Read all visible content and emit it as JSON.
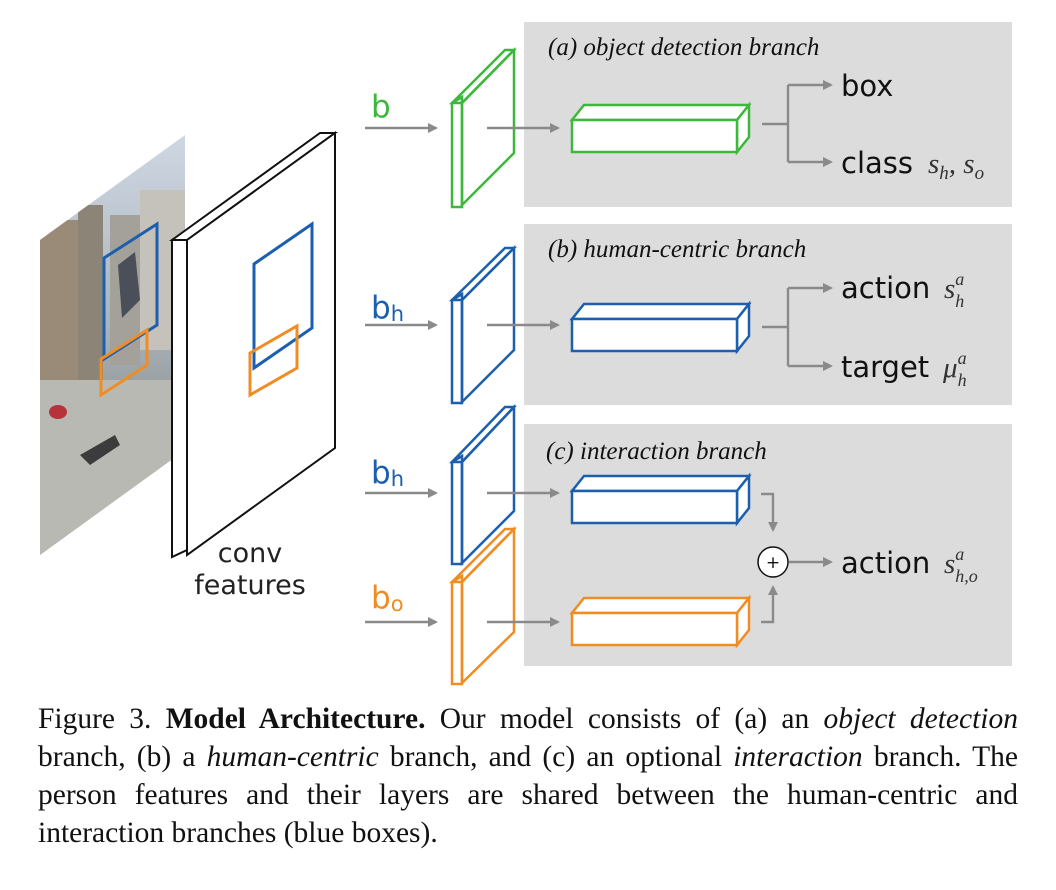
{
  "colors": {
    "green": "#3db83d",
    "blue": "#1b5fae",
    "orange": "#f08c24",
    "arrow_gray": "#8a8a8a",
    "panel_gray": "#dcdcdc"
  },
  "inputs": {
    "b": {
      "base": "b",
      "sub": ""
    },
    "bh1": {
      "base": "b",
      "sub": "h"
    },
    "bh2": {
      "base": "b",
      "sub": "h"
    },
    "bo": {
      "base": "b",
      "sub": "o"
    }
  },
  "conv_label_line1": "conv",
  "conv_label_line2": "features",
  "branches": {
    "a": {
      "title": "(a) object detection branch",
      "out1": "box",
      "out2": "class",
      "out2_sym": "s",
      "out2_sym_sub1": "h",
      "out2_sep": ", ",
      "out2_sym_sub2": "o"
    },
    "b": {
      "title": "(b) human-centric branch",
      "out1": "action",
      "out1_sym": "s",
      "out1_sup": "a",
      "out1_sub": "h",
      "out2": "target",
      "out2_sym": "μ",
      "out2_sup": "a",
      "out2_sub": "h"
    },
    "c": {
      "title": "(c) interaction branch",
      "plus": "+",
      "out": "action",
      "out_sym": "s",
      "out_sup": "a",
      "out_sub": "h,o"
    }
  },
  "caption": {
    "p1": "Figure 3. ",
    "p2": "Model Architecture.",
    "p3": " Our model consists of (a) an ",
    "p4": "object detection",
    "p5": " branch, (b) a ",
    "p6": "human-centric",
    "p7": " branch, and (c) an optional ",
    "p8": "interaction",
    "p9": " branch. The person features and their layers are shared between the human-centric and interaction branches (blue boxes)."
  }
}
